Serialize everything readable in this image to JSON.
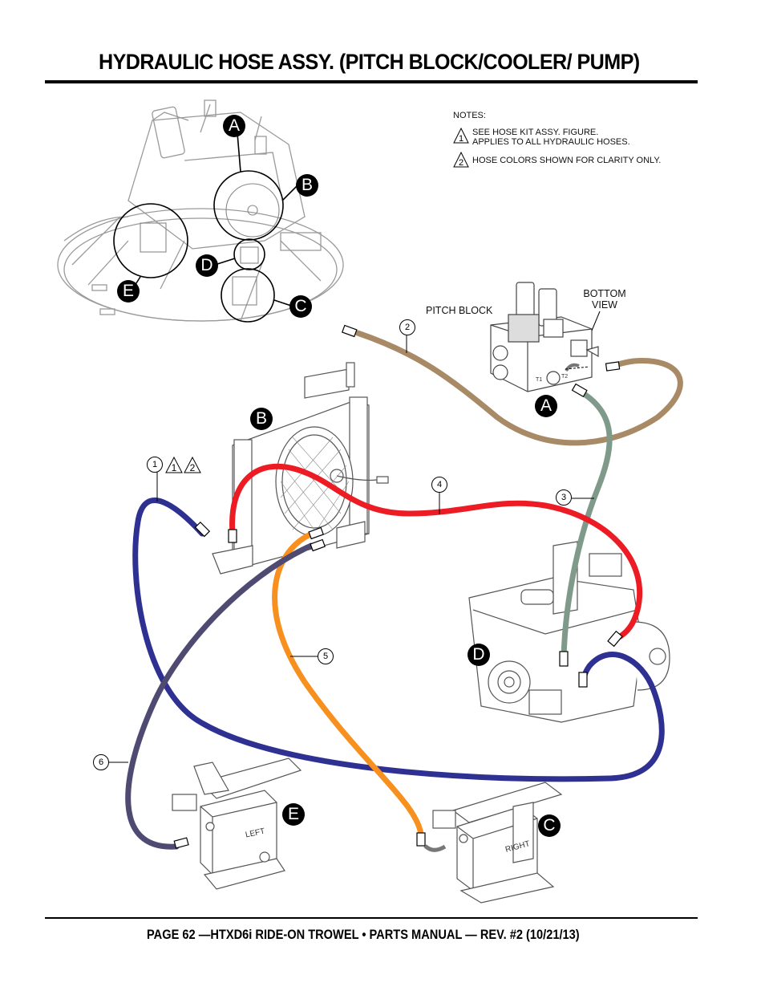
{
  "page": {
    "title": "HYDRAULIC HOSE ASSY. (PITCH BLOCK/COOLER/ PUMP)",
    "footer": "PAGE 62 —HTXD6i RIDE-ON TROWEL • PARTS MANUAL — REV. #2 (10/21/13)"
  },
  "notes": {
    "header": "NOTES:",
    "items": [
      {
        "marker": "1",
        "text_line1": "SEE HOSE KIT ASSY. FIGURE.",
        "text_line2": "APPLIES TO ALL HYDRAULIC HOSES."
      },
      {
        "marker": "2",
        "text_line1": "HOSE COLORS SHOWN FOR CLARITY ONLY.",
        "text_line2": ""
      }
    ]
  },
  "overview_detail_markers": [
    "A",
    "B",
    "C",
    "D",
    "E"
  ],
  "components": {
    "pitch_block": {
      "label": "PITCH BLOCK",
      "view_label_1": "BOTTOM",
      "view_label_2": "VIEW",
      "marker": "A",
      "port_t1": "T1",
      "port_t2": "T2"
    },
    "cooler": {
      "marker": "B"
    },
    "pump": {
      "marker": "D"
    },
    "left_gearbox": {
      "label": "LEFT",
      "marker": "E"
    },
    "right_gearbox": {
      "label": "RIGHT",
      "marker": "C"
    }
  },
  "hoses": [
    {
      "callout": "1",
      "note_markers": [
        "1",
        "2"
      ],
      "color": "#2e3192"
    },
    {
      "callout": "2",
      "color": "#a88a66"
    },
    {
      "callout": "3",
      "color": "#7f9a8a"
    },
    {
      "callout": "4",
      "color": "#ed1c24"
    },
    {
      "callout": "5",
      "color": "#f7901e"
    },
    {
      "callout": "6",
      "color": "#4e4a72"
    }
  ]
}
